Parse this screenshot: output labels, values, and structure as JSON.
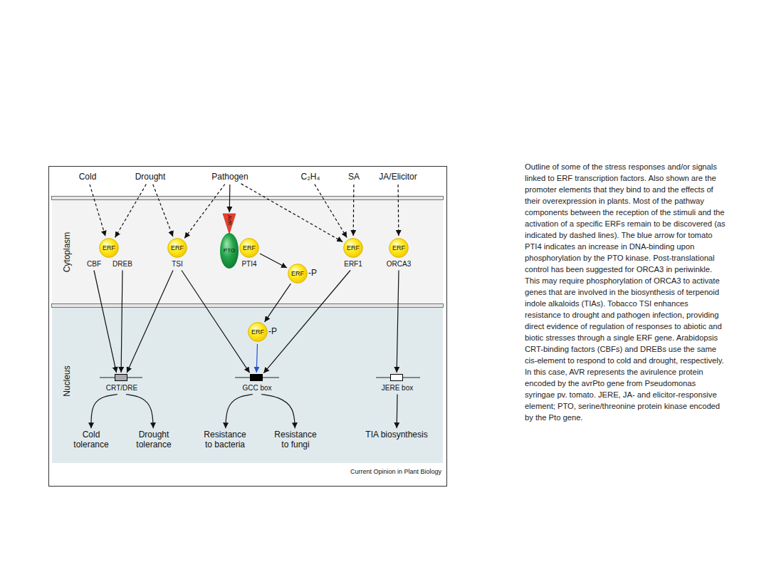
{
  "diagram": {
    "caption": "Outline of some of the stress responses and/or signals linked to ERF transcription factors. Also shown are the promoter elements that they bind to and the effects of their overexpression in plants. Most of the pathway components between the reception of the stimuli and the activation of a specific ERFs remain to be discovered (as indicated by dashed lines). The blue arrow for tomato PTI4 indicates an increase in DNA-binding upon phosphorylation by the PTO kinase. Post-translational control has been suggested for ORCA3 in periwinkle. This may require phosphorylation of ORCA3 to activate genes that are involved in the biosynthesis of terpenoid indole alkaloids (TIAs). Tobacco TSI enhances resistance to drought and pathogen infection, providing direct evidence of regulation of responses to abiotic and biotic stresses through a single ERF gene. Arabidopsis CRT-binding factors (CBFs) and DREBs use the same cis-element to respond to cold and drought, respectively. In this case, AVR represents the avirulence protein encoded by the avrPto gene from Pseudomonas syringae pv. tomato. JERE, JA- and elicitor-responsive element; PTO, serine/threonine protein kinase encoded by the Pto gene.",
    "nodes": [
      {
        "text": [
          "Cold"
        ]
      },
      {
        "text": [
          "Drought"
        ]
      },
      {
        "text": [
          "Pathogen"
        ]
      },
      {
        "text": [
          "C₂H₄"
        ]
      },
      {
        "text": [
          "SA"
        ]
      },
      {
        "text": [
          "JA/Elicitor"
        ]
      },
      {
        "text": [
          "Cytoplasm"
        ]
      },
      {
        "text": [
          "ERF",
          "CBF",
          "DREB"
        ],
        "in": 6
      },
      {
        "text": [
          "ERF",
          "TSI"
        ],
        "in": 6
      },
      {
        "text": [
          "PTO"
        ],
        "in": 6
      },
      {
        "text": [
          "AVR"
        ],
        "in": 6
      },
      {
        "text": [
          "ERF",
          "PTI4"
        ],
        "in": 6
      },
      {
        "text": [
          "ERF",
          "-P"
        ],
        "in": 6
      },
      {
        "text": [
          "ERF",
          "ERF1"
        ],
        "in": 6
      },
      {
        "text": [
          "ERF",
          "ORCA3"
        ],
        "in": 6
      },
      {
        "text": [
          "Nucleus"
        ]
      },
      {
        "text": [
          "ERF",
          "-P"
        ],
        "in": 15
      },
      {
        "text": [
          "CRT/DRE"
        ],
        "in": 15
      },
      {
        "text": [
          "GCC box"
        ],
        "in": 15
      },
      {
        "text": [
          "JERE box"
        ],
        "in": 15
      },
      {
        "text": [
          "Cold tolerance"
        ],
        "in": 15
      },
      {
        "text": [
          "Drought tolerance"
        ],
        "in": 15
      },
      {
        "text": [
          "Resistance to bacteria"
        ],
        "in": 15
      },
      {
        "text": [
          "Resistance to fungi"
        ],
        "in": 15
      },
      {
        "text": [
          "TIA biosynthesis"
        ],
        "in": 15
      }
    ],
    "edges": [
      {
        "from": 0,
        "to": 7,
        "arrow": "to"
      },
      {
        "from": 1,
        "to": 7,
        "arrow": "to"
      },
      {
        "from": 1,
        "to": 8,
        "arrow": "to"
      },
      {
        "from": 2,
        "to": 8,
        "arrow": "to"
      },
      {
        "from": 2,
        "to": 10,
        "arrow": "to"
      },
      {
        "from": 2,
        "to": 13,
        "arrow": "to"
      },
      {
        "from": 3,
        "to": 13,
        "arrow": "to"
      },
      {
        "from": 4,
        "to": 13,
        "arrow": "to"
      },
      {
        "from": 5,
        "to": 14,
        "arrow": "to"
      },
      {
        "from": 11,
        "to": 12,
        "arrow": "to"
      },
      {
        "from": 12,
        "to": 16,
        "arrow": "to"
      },
      {
        "from": 7,
        "to": 17,
        "arrow": "to"
      },
      {
        "from": 7,
        "to": 17,
        "arrow": "to"
      },
      {
        "from": 8,
        "to": 17,
        "arrow": "to"
      },
      {
        "from": 8,
        "to": 18,
        "arrow": "to"
      },
      {
        "from": 16,
        "to": 18,
        "arrow": "to"
      },
      {
        "from": 13,
        "to": 18,
        "arrow": "to"
      },
      {
        "from": 14,
        "to": 19,
        "arrow": "to"
      },
      {
        "from": 17,
        "to": 20,
        "arrow": "to"
      },
      {
        "from": 17,
        "to": 21,
        "arrow": "to"
      },
      {
        "from": 18,
        "to": 22,
        "arrow": "to"
      },
      {
        "from": 18,
        "to": 23,
        "arrow": "to"
      },
      {
        "from": 19,
        "to": 24,
        "arrow": "to"
      }
    ],
    "labels": [
      "Current Opinion in Plant Biology"
    ]
  }
}
